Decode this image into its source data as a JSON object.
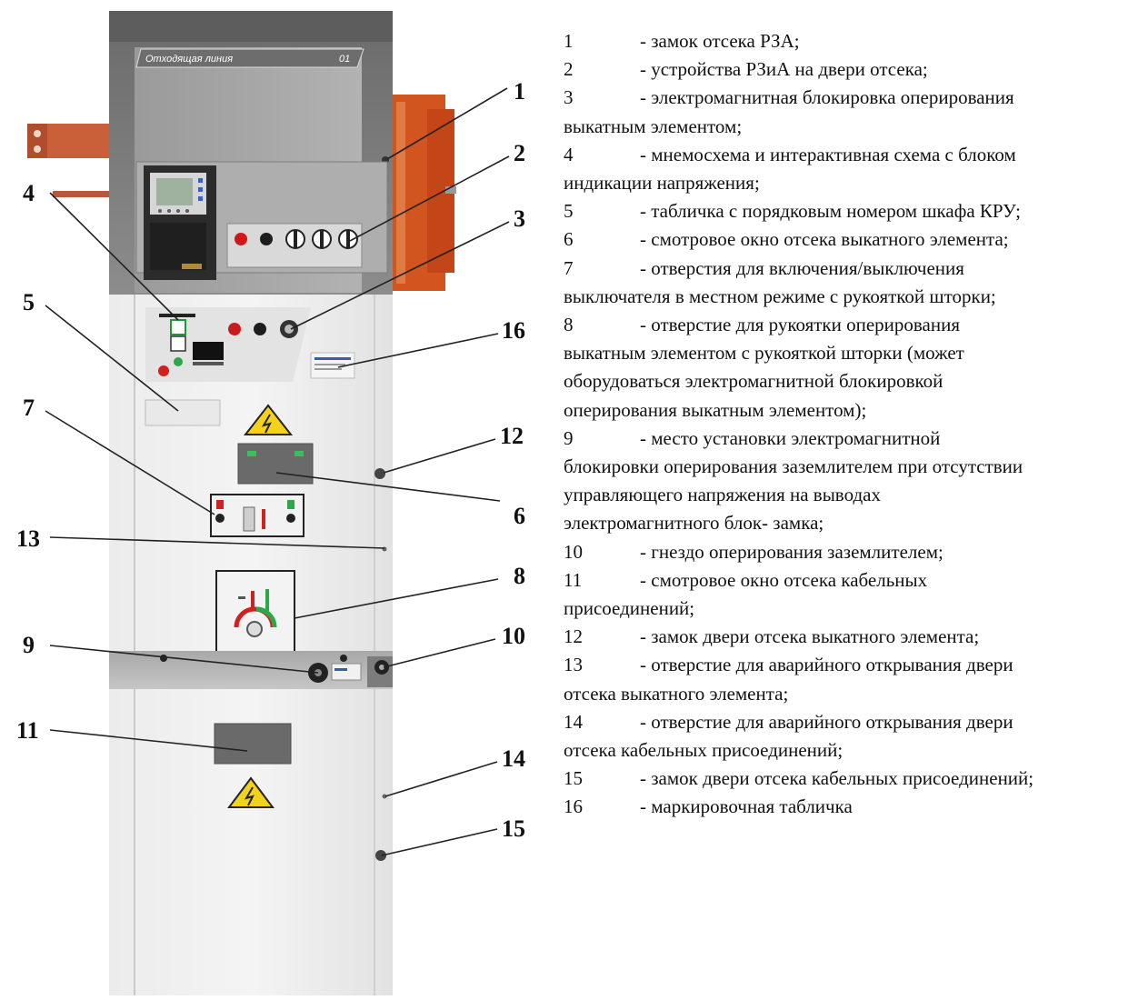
{
  "cabinet": {
    "header_plate": {
      "title": "Отходящая линия",
      "number": "01"
    }
  },
  "callouts": [
    {
      "id": "1",
      "label": "1"
    },
    {
      "id": "2",
      "label": "2"
    },
    {
      "id": "3",
      "label": "3"
    },
    {
      "id": "4",
      "label": "4"
    },
    {
      "id": "5",
      "label": "5"
    },
    {
      "id": "7",
      "label": "7"
    },
    {
      "id": "16",
      "label": "16"
    },
    {
      "id": "12",
      "label": "12"
    },
    {
      "id": "6",
      "label": "6"
    },
    {
      "id": "13",
      "label": "13"
    },
    {
      "id": "8",
      "label": "8"
    },
    {
      "id": "10",
      "label": "10"
    },
    {
      "id": "9",
      "label": "9"
    },
    {
      "id": "11",
      "label": "11"
    },
    {
      "id": "14",
      "label": "14"
    },
    {
      "id": "15",
      "label": "15"
    }
  ],
  "legend": [
    {
      "num": "1",
      "text": "- замок отсека РЗА;"
    },
    {
      "num": "2",
      "text": "- устройства РЗиА на двери отсека;"
    },
    {
      "num": "3",
      "text": "- электромагнитная блокировка оперирования",
      "cont": "выкатным элементом;"
    },
    {
      "num": "4",
      "text": "- мнемосхема и интерактивная схема с блоком",
      "cont": "индикации напряжения;"
    },
    {
      "num": "5",
      "text": "- табличка с порядковым номером шкафа КРУ;"
    },
    {
      "num": "6",
      "text": "- смотровое окно отсека выкатного элемента;"
    },
    {
      "num": "7",
      "text": "- отверстия для включения/выключения",
      "cont": "выключателя в местном режиме с рукояткой шторки;"
    },
    {
      "num": "8",
      "text": "- отверстие для рукоятки оперирования",
      "cont": "выкатным элементом с рукояткой шторки (может",
      "cont2": "оборудоваться электромагнитной блокировкой",
      "cont3": "оперирования выкатным элементом);"
    },
    {
      "num": "9",
      "text": "- место установки электромагнитной",
      "cont": "блокировки оперирования заземлителем при отсутствии",
      "cont2": "управляющего напряжения на выводах",
      "cont3": "электромагнитного блок- замка;"
    },
    {
      "num": "10",
      "text": "- гнездо оперирования заземлителем;"
    },
    {
      "num": "11",
      "text": "- смотровое окно отсека кабельных",
      "cont": "присоединений;"
    },
    {
      "num": "12",
      "text": "- замок двери отсека выкатного элемента;"
    },
    {
      "num": "13",
      "text": "- отверстие для аварийного открывания двери",
      "cont": "отсека выкатного элемента;"
    },
    {
      "num": "14",
      "text": "- отверстие для аварийного открывания двери",
      "cont": "отсека кабельных присоединений;"
    },
    {
      "num": "15",
      "text": "- замок двери отсека кабельных присоединений;"
    },
    {
      "num": "16",
      "text": "- маркировочная табличка"
    }
  ]
}
